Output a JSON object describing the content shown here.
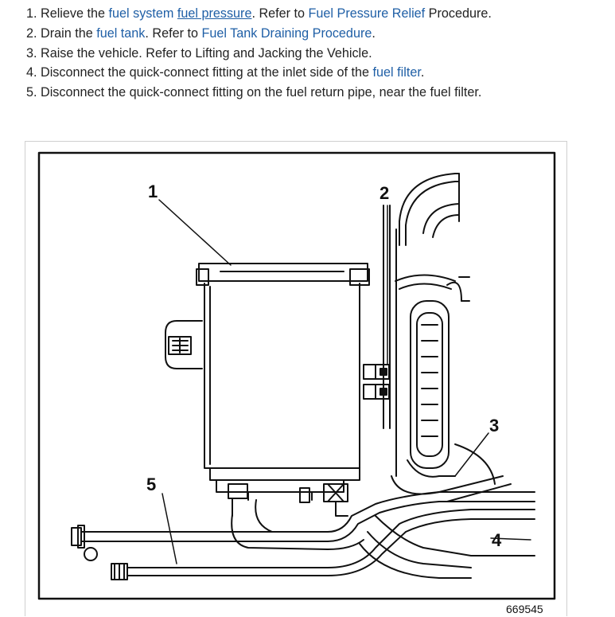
{
  "steps": [
    {
      "num": "1.",
      "parts": [
        {
          "t": "Relieve the "
        },
        {
          "t": "fuel system",
          "link": true
        },
        {
          "t": " "
        },
        {
          "t": "fuel pressure",
          "link": true,
          "underline": true
        },
        {
          "t": ". Refer to "
        },
        {
          "t": "Fuel Pressure Relief",
          "link": true
        },
        {
          "t": " Procedure."
        }
      ]
    },
    {
      "num": "2.",
      "parts": [
        {
          "t": "Drain the "
        },
        {
          "t": "fuel tank",
          "link": true
        },
        {
          "t": ". Refer to "
        },
        {
          "t": "Fuel Tank Draining Procedure",
          "link": true
        },
        {
          "t": "."
        }
      ]
    },
    {
      "num": "3.",
      "parts": [
        {
          "t": "Raise the vehicle. Refer to Lifting and Jacking the Vehicle."
        }
      ]
    },
    {
      "num": "4.",
      "parts": [
        {
          "t": "Disconnect the quick-connect fitting at the inlet side of the "
        },
        {
          "t": "fuel filter",
          "link": true
        },
        {
          "t": "."
        }
      ]
    },
    {
      "num": "5.",
      "parts": [
        {
          "t": "Disconnect the quick-connect fitting on the fuel return pipe, near the fuel filter."
        }
      ]
    }
  ],
  "figure": {
    "callouts": [
      "1",
      "2",
      "3",
      "4",
      "5"
    ],
    "figure_id": "669545"
  },
  "colors": {
    "link": "#1f5fa6",
    "text": "#222222"
  }
}
